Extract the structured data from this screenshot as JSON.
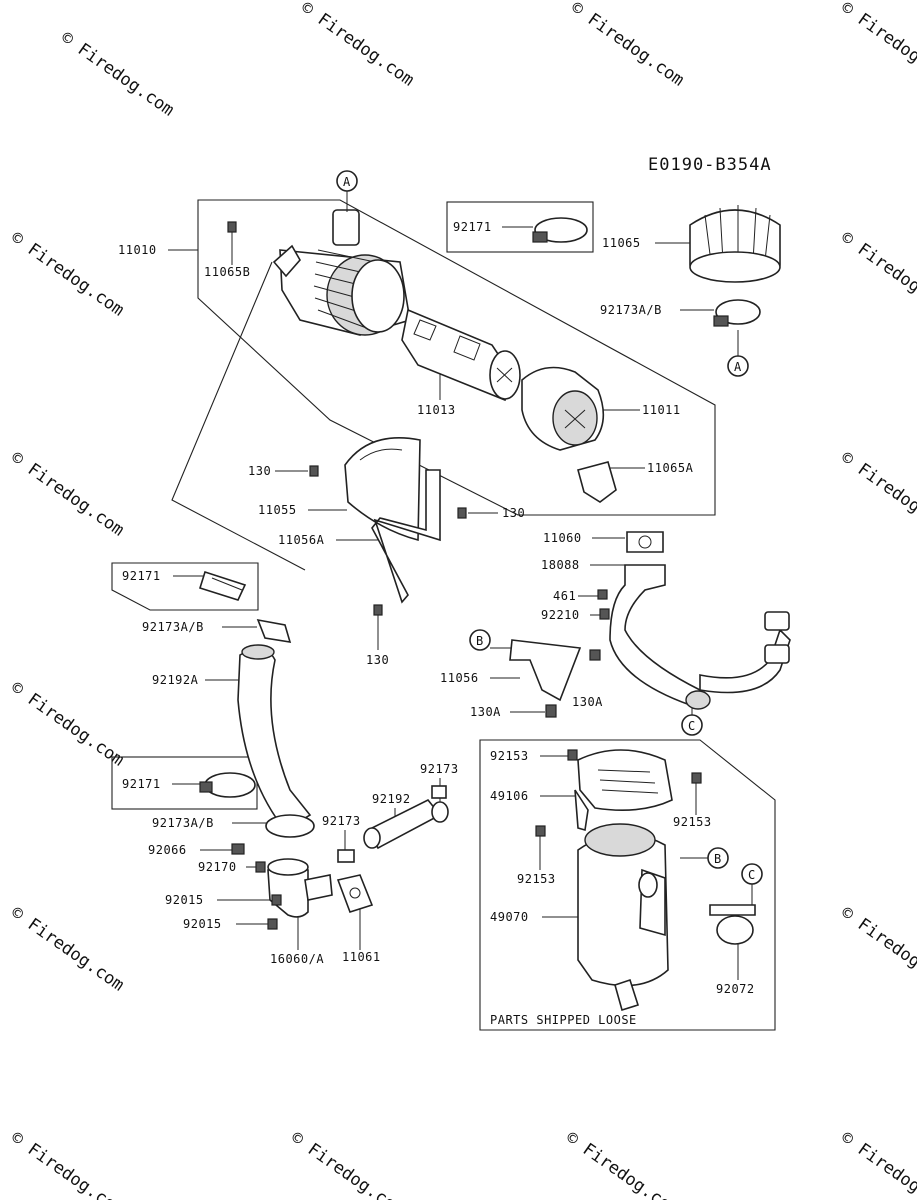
{
  "diagram": {
    "code": "E0190-B354A",
    "note": "PARTS SHIPPED LOOSE",
    "watermark": "© Firedog.com",
    "labels": {
      "p11010": "11010",
      "p11065B": "11065B",
      "p92171_top": "92171",
      "p11065": "11065",
      "p92173AB_right": "92173A/B",
      "p11013": "11013",
      "p11011": "11011",
      "p11065A": "11065A",
      "p130_a": "130",
      "p11055": "11055",
      "p130_b": "130",
      "p11056A": "11056A",
      "p11060": "11060",
      "p18088": "18088",
      "p461": "461",
      "p92210": "92210",
      "p92171_mid": "92171",
      "p92173AB_mid": "92173A/B",
      "p130_c": "130",
      "p11056": "11056",
      "p130A_a": "130A",
      "p130A_b": "130A",
      "p92192A": "92192A",
      "p92173_a": "92173",
      "p92192": "92192",
      "p92173_b": "92173",
      "p92153_a": "92153",
      "p49106": "49106",
      "p92153_b": "92153",
      "p92153_c": "92153",
      "p92171_low": "92171",
      "p92173AB_low": "92173A/B",
      "p92066": "92066",
      "p92170": "92170",
      "p92015_a": "92015",
      "p92015_b": "92015",
      "p16060A": "16060/A",
      "p11061": "11061",
      "p49070": "49070",
      "p92072": "92072"
    },
    "callouts": {
      "a_top": "A",
      "a_bottom": "A",
      "b_left": "B",
      "b_right": "B",
      "c_left": "C",
      "c_right": "C"
    }
  }
}
